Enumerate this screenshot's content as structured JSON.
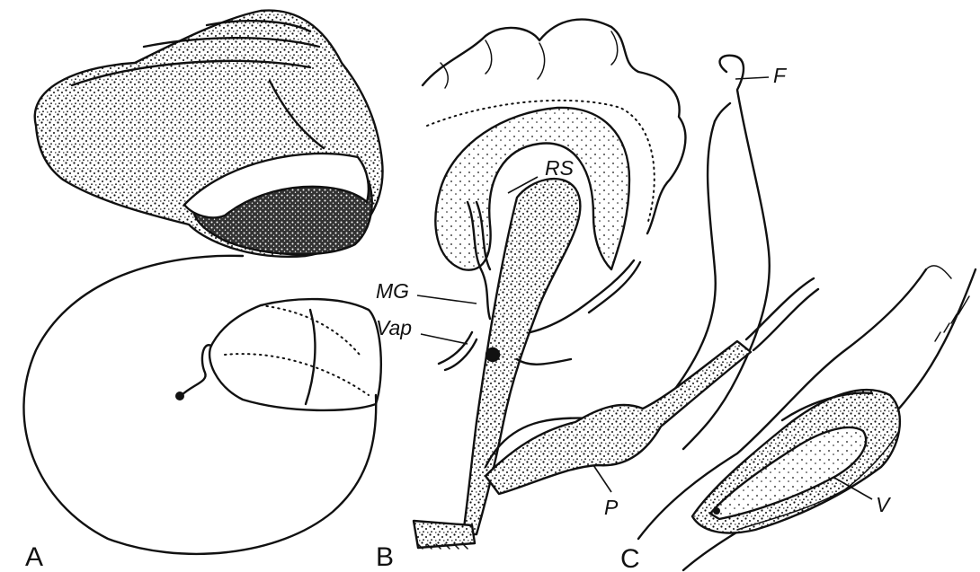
{
  "figure": {
    "panels": [
      {
        "id": "A",
        "label": "A"
      },
      {
        "id": "B",
        "label": "B"
      },
      {
        "id": "C",
        "label": "C"
      }
    ],
    "annotations": [
      {
        "id": "F",
        "text": "F"
      },
      {
        "id": "RS",
        "text": "RS"
      },
      {
        "id": "MG",
        "text": "MG"
      },
      {
        "id": "Vap",
        "text": "Vap"
      },
      {
        "id": "P",
        "text": "P"
      },
      {
        "id": "V",
        "text": "V"
      }
    ],
    "colors": {
      "ink": "#111111",
      "background": "#ffffff"
    }
  }
}
